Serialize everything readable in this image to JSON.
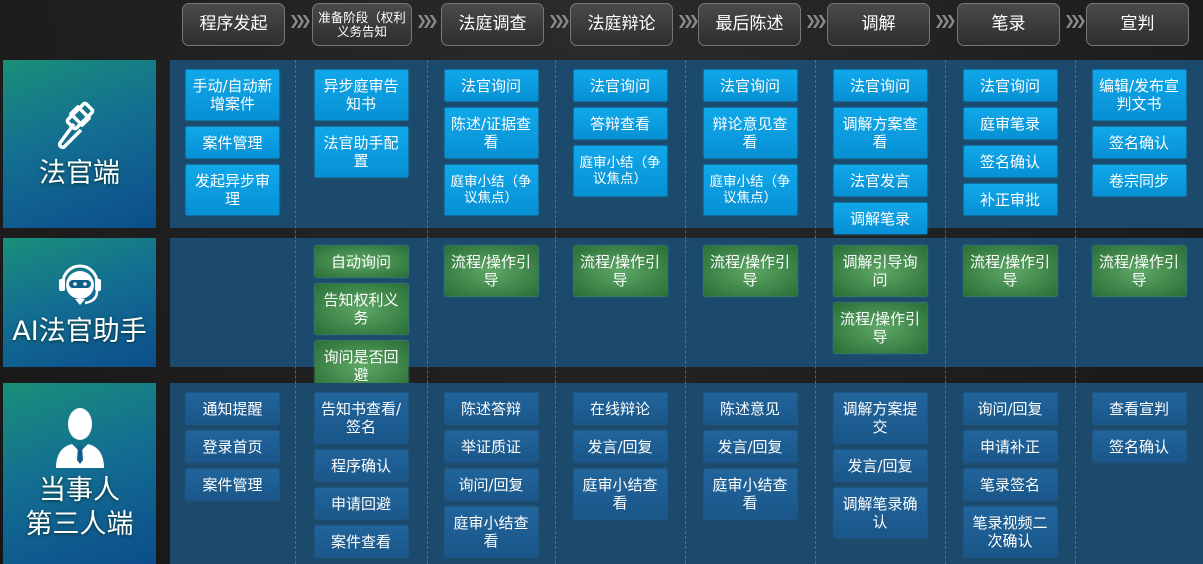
{
  "stages": [
    "程序发起",
    "准备阶段（权利义务告知",
    "法庭调查",
    "法庭辩论",
    "最后陈述",
    "调解",
    "笔录",
    "宣判"
  ],
  "rows": [
    {
      "key": "judge",
      "label": "法官端",
      "icon": "gavel-icon",
      "columns": [
        [
          "手动/自动新增案件",
          "案件管理",
          "发起异步审理"
        ],
        [
          "异步庭审告知书",
          "法官助手配置"
        ],
        [
          "法官询问",
          "陈述/证据查看",
          "庭审小结（争议焦点）"
        ],
        [
          "法官询问",
          "答辩查看",
          "庭审小结（争议焦点）"
        ],
        [
          "法官询问",
          "辩论意见查看",
          "庭审小结（争议焦点）"
        ],
        [
          "法官询问",
          "调解方案查看",
          "法官发言",
          "调解笔录"
        ],
        [
          "法官询问",
          "庭审笔录",
          "签名确认",
          "补正审批"
        ],
        [
          "编辑/发布宣判文书",
          "签名确认",
          "卷宗同步"
        ]
      ]
    },
    {
      "key": "ai",
      "label": "AI法官助手",
      "icon": "robot-headset-icon",
      "columns": [
        [],
        [
          "自动询问",
          "告知权利义务",
          "询问是否回避"
        ],
        [
          "流程/操作引导"
        ],
        [
          "流程/操作引导"
        ],
        [
          "流程/操作引导"
        ],
        [
          "调解引导询问",
          "流程/操作引导"
        ],
        [
          "流程/操作引导"
        ],
        [
          "流程/操作引导"
        ]
      ]
    },
    {
      "key": "party",
      "label": "当事人第三人端",
      "label_lines": [
        "当事人",
        "第三人端"
      ],
      "icon": "person-icon",
      "columns": [
        [
          "通知提醒",
          "登录首页",
          "案件管理"
        ],
        [
          "告知书查看/签名",
          "程序确认",
          "申请回避",
          "案件查看"
        ],
        [
          "陈述答辩",
          "举证质证",
          "询问/回复",
          "庭审小结查看"
        ],
        [
          "在线辩论",
          "发言/回复",
          "庭审小结查看"
        ],
        [
          "陈述意见",
          "发言/回复",
          "庭审小结查看"
        ],
        [
          "调解方案提交",
          "发言/回复",
          "调解笔录确认"
        ],
        [
          "询问/回复",
          "申请补正",
          "笔录签名",
          "笔录视频二次确认"
        ],
        [
          "查看宣判",
          "签名确认"
        ]
      ]
    }
  ]
}
